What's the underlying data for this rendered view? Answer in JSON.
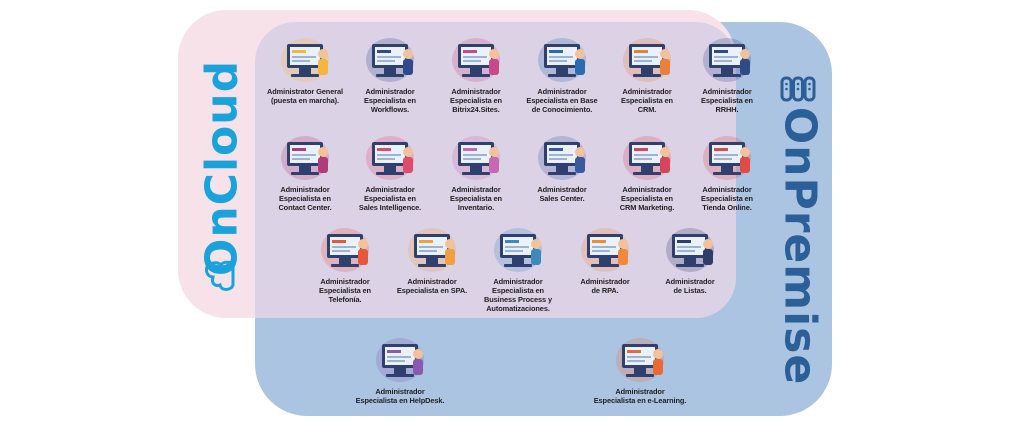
{
  "titles": {
    "oncloud": "OnCloud",
    "onpremise": "OnPremise"
  },
  "colors": {
    "oncloud": "#1aa2dc",
    "onpremise": "#2a5f98",
    "cloud_bg": "#f8e2ea",
    "premise_bg": "#abc4e2",
    "overlap_bg": "#dcd2e6"
  },
  "items": [
    {
      "label": "Administrator General\n(puesta en marcha).",
      "icon": "woman-laptop-icon",
      "accent": "#f4b63d"
    },
    {
      "label": "Administrador\nEspecialista en\nWorkflows.",
      "icon": "workflow-icon",
      "accent": "#2e4a8a"
    },
    {
      "label": "Administrador\nEspecialista en\nBitrix24.Sites.",
      "icon": "website-builder-icon",
      "accent": "#c64a8a"
    },
    {
      "label": "Administrador\nEspecialista en Base\nde Conocimiento.",
      "icon": "knowledge-base-icon",
      "accent": "#2b6cb0"
    },
    {
      "label": "Administrador\nEspecialista en\nCRM.",
      "icon": "crm-icon",
      "accent": "#e8813a"
    },
    {
      "label": "Administrador\nEspecialista en\nRRHH.",
      "icon": "hr-icon",
      "accent": "#2e4a8a"
    },
    {
      "label": "Administrador\nEspecialista en\nContact Center.",
      "icon": "contact-center-icon",
      "accent": "#b03a7a"
    },
    {
      "label": "Administrador\nEspecialista en\nSales Intelligence.",
      "icon": "sales-intelligence-icon",
      "accent": "#e24a6a"
    },
    {
      "label": "Administrador\nEspecialista en\nInventario.",
      "icon": "inventory-icon",
      "accent": "#c56ab0"
    },
    {
      "label": "Administrador\nSales Center.",
      "icon": "sales-center-icon",
      "accent": "#3a5aa0"
    },
    {
      "label": "Administrador\nEspecialista en\nCRM Marketing.",
      "icon": "crm-marketing-icon",
      "accent": "#d8455a"
    },
    {
      "label": "Administrador\nEspecialista en\nTienda Online.",
      "icon": "online-store-icon",
      "accent": "#e04a4a"
    },
    {
      "label": "Administrador\nEspecialista en\nTelefonía.",
      "icon": "telephony-icon",
      "accent": "#e8573a"
    },
    {
      "label": "Administrador\nEspecialista en SPA.",
      "icon": "spa-icon",
      "accent": "#f0a040"
    },
    {
      "label": "Administrador\nEspecialista en\nBusiness Process y\nAutomatizaciones.",
      "icon": "business-process-icon",
      "accent": "#3a8ac0"
    },
    {
      "label": "Administrador\nde RPA.",
      "icon": "rpa-icon",
      "accent": "#f08a3a"
    },
    {
      "label": "Administrador\nde Listas.",
      "icon": "lists-icon",
      "accent": "#2e3e6a"
    },
    {
      "label": "Administrador\nEspecialista en HelpDesk.",
      "icon": "helpdesk-icon",
      "accent": "#8a5ab0"
    },
    {
      "label": "Administrador\nEspecialista en e-Learning.",
      "icon": "e-learning-icon",
      "accent": "#e86a3a"
    }
  ]
}
